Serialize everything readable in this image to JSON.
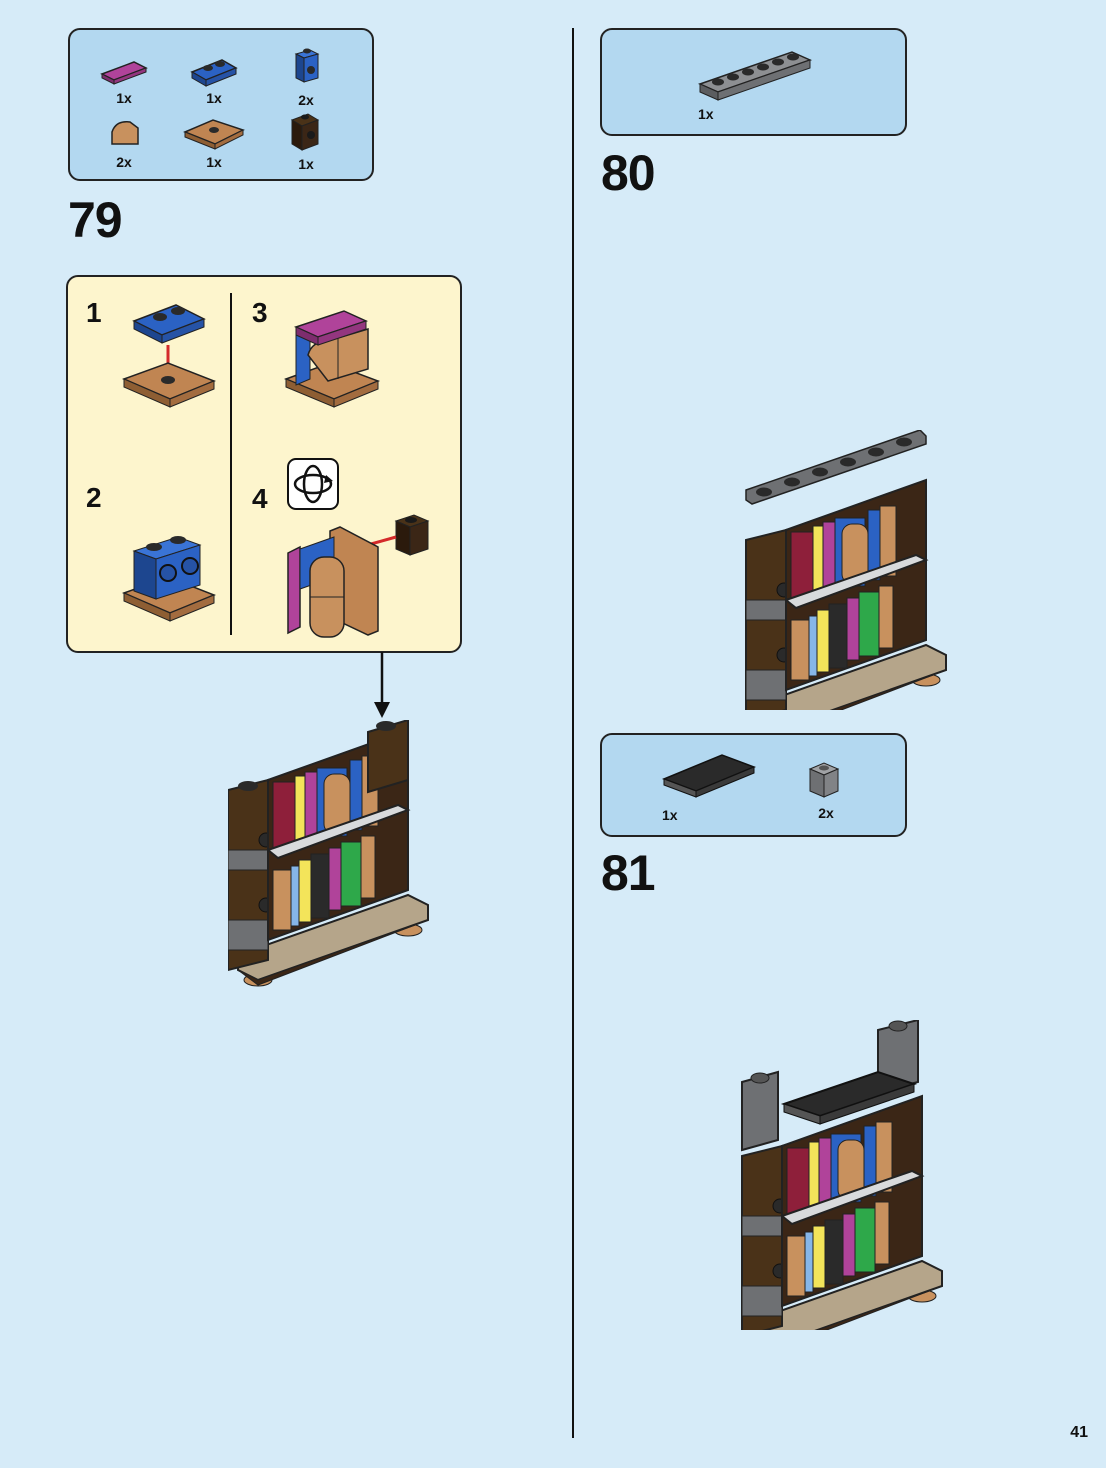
{
  "page": {
    "number": "41"
  },
  "step79": {
    "number": "79",
    "parts": [
      {
        "name": "Magenta 1x2 tile",
        "qty": "1x",
        "color": "#b0439a"
      },
      {
        "name": "Blue 1x2 plate",
        "qty": "1x",
        "color": "#2b62c4"
      },
      {
        "name": "Blue 1x1 brick with stud on side",
        "qty": "2x",
        "color": "#2b62c4"
      },
      {
        "name": "Tan 1x1 quarter round",
        "qty": "2x",
        "color": "#c8915e"
      },
      {
        "name": "Medium nougat 2x2 plate with centre stud",
        "qty": "1x",
        "color": "#c08552"
      },
      {
        "name": "Dark brown 1x1 brick with stud on side",
        "qty": "1x",
        "color": "#3b2616"
      }
    ],
    "substeps": [
      {
        "label": "1"
      },
      {
        "label": "2"
      },
      {
        "label": "3"
      },
      {
        "label": "4",
        "icon": "rotate-model-icon"
      }
    ]
  },
  "step80": {
    "number": "80",
    "parts": [
      {
        "name": "Dark grey 1x6 plate",
        "qty": "1x",
        "color": "#6e7073"
      }
    ]
  },
  "step81": {
    "number": "81",
    "parts": [
      {
        "name": "Black 2x4 tile",
        "qty": "1x",
        "color": "#2a2a2a"
      },
      {
        "name": "Dark grey 1x1 brick",
        "qty": "2x",
        "color": "#7a7c80"
      }
    ]
  },
  "colors": {
    "background": "#d6ebf8",
    "parts_box": "#b3d8f0",
    "substep_box": "#fdf5cd",
    "arrow_red": "#d42a2a"
  }
}
